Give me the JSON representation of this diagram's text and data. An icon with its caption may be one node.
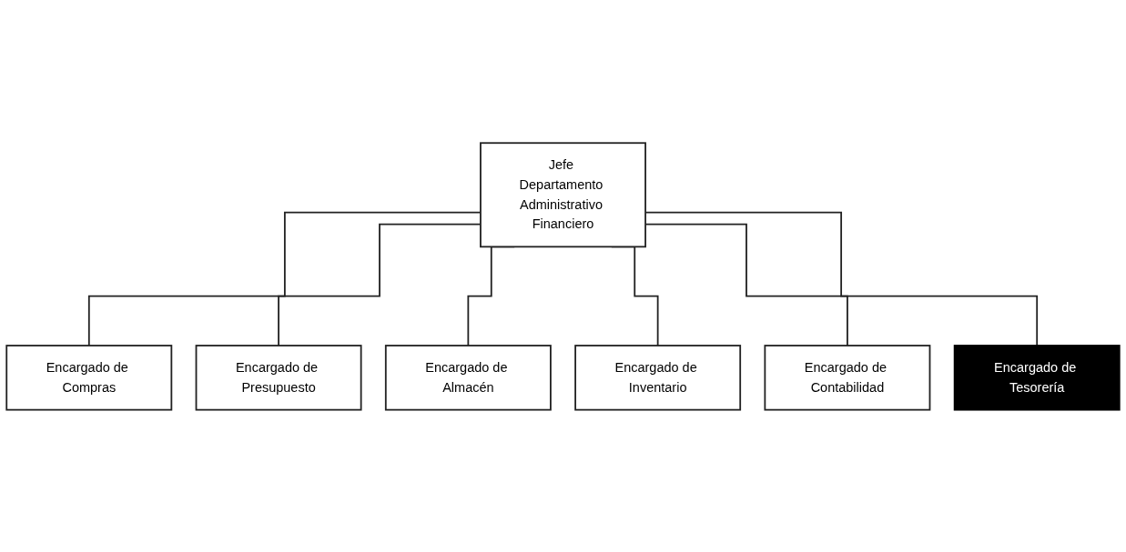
{
  "diagram": {
    "nodes": [
      {
        "text": [
          "Jefe Departamento Administrativo Financiero"
        ]
      },
      {
        "text": [
          "Encargado de Compras"
        ]
      },
      {
        "text": [
          "Encargado de Presupuesto"
        ]
      },
      {
        "text": [
          "Encargado de Almacén"
        ]
      },
      {
        "text": [
          "Encargado de Inventario"
        ]
      },
      {
        "text": [
          "Encargado de Contabilidad"
        ]
      },
      {
        "text": [
          "Encargado de Tesorería"
        ]
      }
    ],
    "edges": [
      {
        "from": 0,
        "to": 1,
        "arrow": "none"
      },
      {
        "from": 0,
        "to": 2,
        "arrow": "none"
      },
      {
        "from": 0,
        "to": 3,
        "arrow": "none"
      },
      {
        "from": 0,
        "to": 4,
        "arrow": "none"
      },
      {
        "from": 0,
        "to": 5,
        "arrow": "none"
      },
      {
        "from": 0,
        "to": 6,
        "arrow": "none"
      }
    ]
  }
}
